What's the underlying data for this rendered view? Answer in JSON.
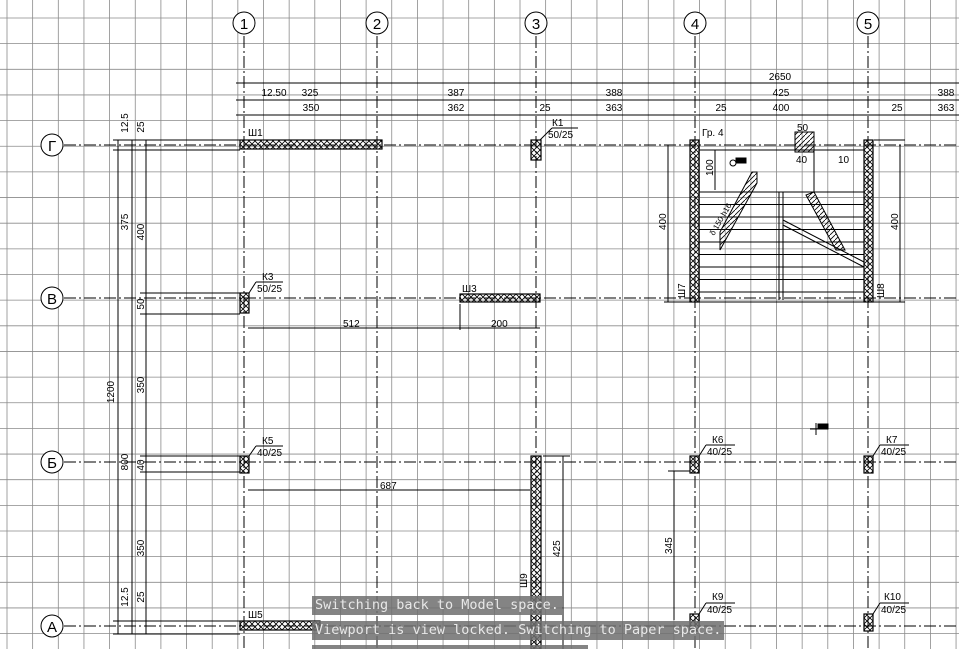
{
  "axes": {
    "cols": [
      "1",
      "2",
      "3",
      "4",
      "5"
    ],
    "rows": [
      "Г",
      "В",
      "Б",
      "А"
    ]
  },
  "top_dims": {
    "total": "2650",
    "r1": [
      "12.50",
      "325",
      "387",
      "388",
      "425",
      "388"
    ],
    "r2": [
      "350",
      "362",
      "25",
      "363",
      "25",
      "400",
      "25",
      "363"
    ]
  },
  "left_dims": {
    "outer": [
      "12.5",
      "375",
      "1200",
      "800",
      "12.5"
    ],
    "inner": [
      "25",
      "400",
      "50",
      "350",
      "40",
      "350",
      "25"
    ]
  },
  "labels": {
    "sh1": "Ш1",
    "k1": "К1",
    "k1_size": "50/25",
    "gr4": "Гр. 4",
    "d50": "50",
    "d100": "100",
    "d40": "40",
    "d10": "10",
    "d400a": "400",
    "d400b": "400",
    "sh7": "Ш7",
    "sh8": "Ш8",
    "stair": "δ 150 h16",
    "k3": "К3",
    "k3_size": "50/25",
    "sh3": "Ш3",
    "d512": "512",
    "d200": "200",
    "k5": "К5",
    "k5_size": "40/25",
    "d687": "687",
    "d425": "425",
    "sh9": "Ш9",
    "k6": "К6",
    "k6_size": "40/25",
    "k7": "К7",
    "k7_size": "40/25",
    "d345": "345",
    "k9": "К9",
    "k9_size": "40/25",
    "k10": "К10",
    "k10_size": "40/25",
    "sh5": "Ш5"
  },
  "command_messages": [
    "Switching back to Model space.",
    "Viewport is view locked. Switching to Paper space."
  ],
  "colors": {
    "grid": "#8a8a8a",
    "lines": "#000000",
    "message_bg": "#6e6e6e"
  }
}
